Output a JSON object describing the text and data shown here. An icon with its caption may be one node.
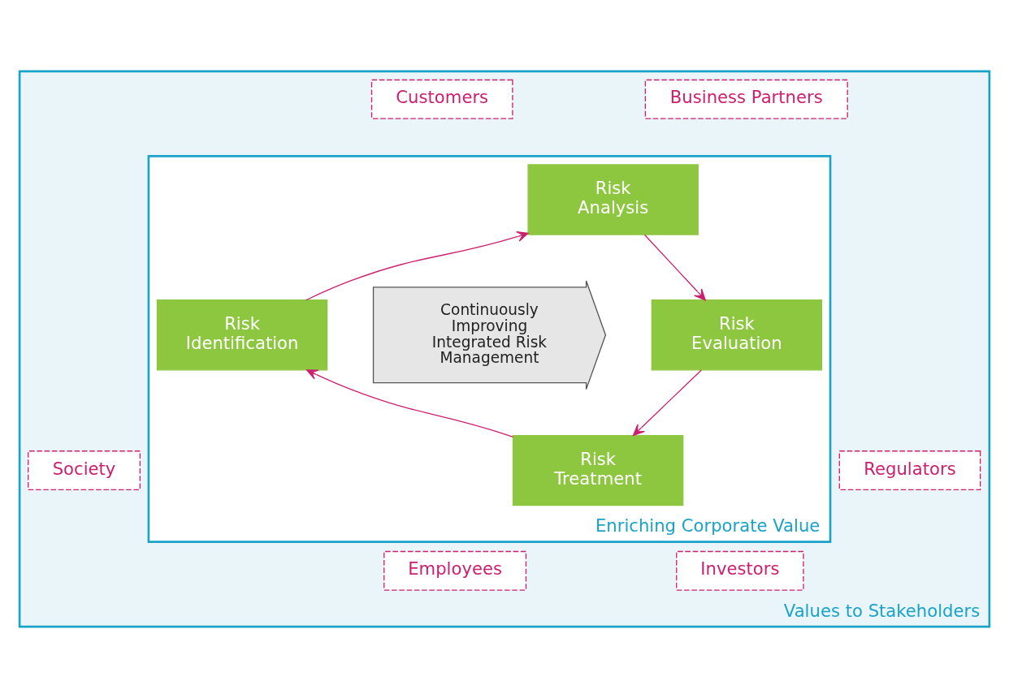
{
  "diagram": {
    "nodes": [
      {
        "text": [
          "Values to Stakeholders"
        ]
      },
      {
        "text": [
          "Business Partners"
        ],
        "in": 0
      },
      {
        "text": [
          "Customers"
        ],
        "in": 0
      },
      {
        "text": [
          "Enriching Corporate Value"
        ],
        "in": 0
      },
      {
        "text": [
          "Risk Analysis"
        ],
        "in": 3
      },
      {
        "text": [
          "Regulators"
        ],
        "in": 0
      },
      {
        "text": [
          "Risk Identification"
        ],
        "in": 3
      },
      {
        "text": [
          "Continuously Improving Integrated Risk Management"
        ],
        "in": 3
      },
      {
        "text": [
          "Risk Evaluation"
        ],
        "in": 3
      },
      {
        "text": [
          "Society"
        ],
        "in": 0
      },
      {
        "text": [
          "Risk Treatment"
        ],
        "in": 3
      },
      {
        "text": [
          "Investors"
        ],
        "in": 0
      },
      {
        "text": [
          "Employees"
        ],
        "in": 0
      }
    ],
    "edges": [
      {
        "from": 6,
        "to": 4,
        "arrow": "to"
      },
      {
        "from": 4,
        "to": 8,
        "arrow": "to"
      },
      {
        "from": 8,
        "to": 10,
        "arrow": "to"
      },
      {
        "from": 10,
        "to": 6,
        "arrow": "to"
      }
    ]
  }
}
